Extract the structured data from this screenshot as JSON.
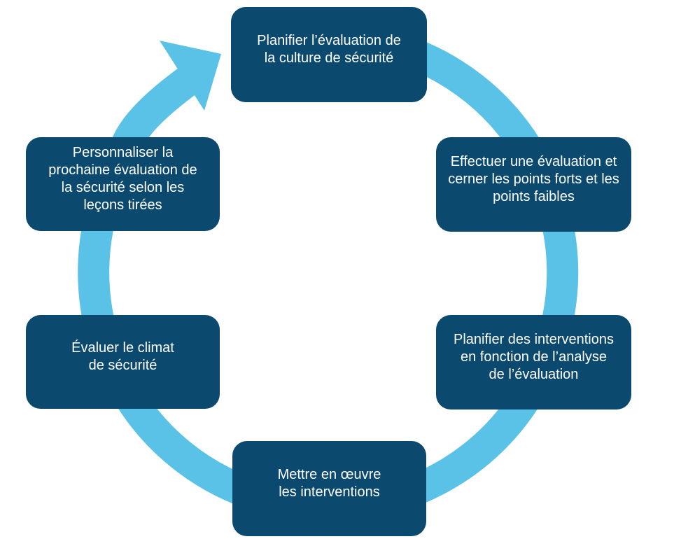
{
  "diagram": {
    "type": "cycle",
    "language": "fr",
    "background_color": "#FFFFFF",
    "colors": {
      "box_fill": "#0B4A6E",
      "arrow": "#5BC2E7",
      "box_text": "#FFFFFF"
    },
    "cycle_arrow": {
      "icon": "clockwise-cycle-arrow-icon",
      "direction": "clockwise",
      "color": "#5BC2E7"
    },
    "steps": [
      {
        "id": "planifier-evaluation-culture",
        "position": "top",
        "label": "Planifier l’évaluation de\nla culture de sécurité"
      },
      {
        "id": "effectuer-evaluation",
        "position": "right-upper",
        "label": "Effectuer une évaluation et\ncerner les points forts et les\npoints faibles"
      },
      {
        "id": "planifier-interventions",
        "position": "right-lower",
        "label": "Planifier des interventions\nen fonction de l’analyse\nde l’évaluation"
      },
      {
        "id": "mettre-en-oeuvre",
        "position": "bottom",
        "label": "Mettre en œuvre\nles interventions"
      },
      {
        "id": "evaluer-climat",
        "position": "left-lower",
        "label": "Évaluer le climat\nde sécurité"
      },
      {
        "id": "personnaliser-prochaine-evaluation",
        "position": "left-upper",
        "label": "Personnaliser la\nprochaine évaluation de\nla sécurité selon les\nleçons tirées"
      }
    ]
  }
}
